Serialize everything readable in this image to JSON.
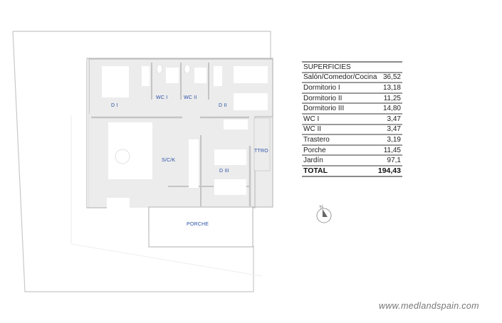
{
  "plan": {
    "rooms": [
      {
        "id": "d1",
        "label": "D I"
      },
      {
        "id": "wc1",
        "label": "WC I"
      },
      {
        "id": "wc2",
        "label": "WC II"
      },
      {
        "id": "d2",
        "label": "D II"
      },
      {
        "id": "sck",
        "label": "S/C/K"
      },
      {
        "id": "d3",
        "label": "D III"
      },
      {
        "id": "ttro",
        "label": "TTRO"
      },
      {
        "id": "porche",
        "label": "PORCHE"
      }
    ],
    "colors": {
      "label": "#2b4fa6",
      "wall": "#bdbdbd",
      "floor": "#ececec",
      "furniture": "#ffffff"
    }
  },
  "table": {
    "header": "SUPERFICIES",
    "rows": [
      {
        "name": "Salón/Comedor/Cocina",
        "value": "36,52"
      },
      {
        "name": "Dormitorio I",
        "value": "13,18"
      },
      {
        "name": "Dormitorio II",
        "value": "11,25"
      },
      {
        "name": "Dormitorio III",
        "value": "14,80"
      },
      {
        "name": "WC I",
        "value": "3,47"
      },
      {
        "name": "WC II",
        "value": "3,47"
      },
      {
        "name": "Trastero",
        "value": "3,19"
      },
      {
        "name": "Porche",
        "value": "11,45"
      },
      {
        "name": "Jardín",
        "value": "97,1"
      }
    ],
    "total": {
      "name": "TOTAL",
      "value": "194,43"
    }
  },
  "compass": {
    "label": "N",
    "icon": "north-arrow-icon"
  },
  "watermark": "www.medlandspain.com"
}
